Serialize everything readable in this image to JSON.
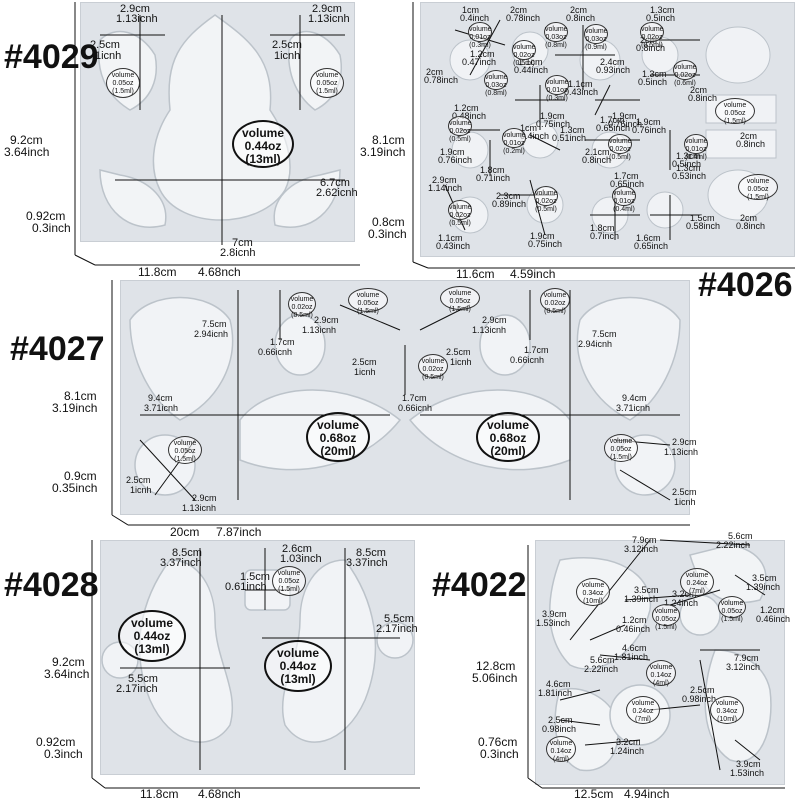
{
  "products": {
    "p4029": {
      "model": "#4029",
      "w1": "11.8cm",
      "w2": "4.68nch",
      "h1": "9.2cm",
      "h2": "3.64inch",
      "t1": "0.92cm",
      "t2": "0.3inch",
      "d_a1": "2.9cm",
      "d_a2": "1.13icnh",
      "d_b1": "2.9cm",
      "d_b2": "1.13icnh",
      "d_c1": "2.5cm",
      "d_c2": "1icnh",
      "d_d1": "2.5cm",
      "d_d2": "1icnh",
      "d_e1": "6.7cm",
      "d_e2": "2.62icnh",
      "d_f1": "7cm",
      "d_f2": "2.8icnh",
      "vol_small_l": {
        "t": "volume",
        "oz": "0.05oz",
        "ml": "(1.5ml)"
      },
      "vol_small_r": {
        "t": "volume",
        "oz": "0.05oz",
        "ml": "(1.5ml)"
      },
      "vol_large": {
        "t": "volume",
        "oz": "0.44oz",
        "ml": "(13ml)"
      }
    },
    "p4026": {
      "model": "#4026",
      "w1": "11.6cm",
      "w2": "4.59inch",
      "h1": "8.1cm",
      "h2": "3.19inch",
      "t1": "0.8cm",
      "t2": "0.3inch",
      "labels": [
        "1cm",
        "0.4inch",
        "2cm",
        "0.78inch",
        "2cm",
        "0.8inch",
        "1.3cm",
        "0.5inch",
        "2cm",
        "0.8inch",
        "1.2cm",
        "0.47inch",
        "1.1cm",
        "0.44inch",
        "2.4cm",
        "0.93inch",
        "1.3cm",
        "0.5inch",
        "2cm",
        "0.8inch",
        "2cm",
        "0.78inch",
        "1.1cm",
        "0.43inch",
        "1.2cm",
        "0.48inch",
        "1.9cm",
        "0.75inch",
        "1cm",
        "0.4inch",
        "1.3cm",
        "0.51inch",
        "1.7cm",
        "0.65inch",
        "1.9cm",
        "0.76inch",
        "2cm",
        "0.8inch",
        "1.9cm",
        "0.76inch",
        "1.8cm",
        "0.71inch",
        "2.1cm",
        "0.8inch",
        "1.3cm",
        "0.5inch",
        "1.3cm",
        "0.53inch",
        "2.9cm",
        "1.14inch",
        "2.3cm",
        "0.89inch",
        "1.7cm",
        "0.65inch",
        "1.1cm",
        "0.43inch",
        "1.9cm",
        "0.75inch",
        "1.8cm",
        "0.7inch",
        "1.6cm",
        "0.65inch",
        "1.5cm",
        "0.58inch",
        "2cm",
        "0.8inch",
        "1.9cm",
        "0.76inch"
      ],
      "vols": [
        {
          "t": "volume",
          "oz": "0.01oz",
          "ml": "(0.3ml)"
        },
        {
          "t": "volume",
          "oz": "0.03oz",
          "ml": "(0.8ml)"
        },
        {
          "t": "volume",
          "oz": "0.02oz",
          "ml": "(0.5ml)"
        },
        {
          "t": "volume",
          "oz": "0.03oz",
          "ml": "(0.9ml)"
        },
        {
          "t": "volume",
          "oz": "0.02oz",
          "ml": "(0.5ml)"
        },
        {
          "t": "volume",
          "oz": "0.02oz",
          "ml": "(0.6ml)"
        },
        {
          "t": "volume",
          "oz": "0.03oz",
          "ml": "(0.8ml)"
        },
        {
          "t": "volume",
          "oz": "0.01oz",
          "ml": "(0.3ml)"
        },
        {
          "t": "volume",
          "oz": "0.05oz",
          "ml": "(1.5ml)"
        },
        {
          "t": "volume",
          "oz": "0.02oz",
          "ml": "(0.5ml)"
        },
        {
          "t": "volume",
          "oz": "0.01oz",
          "ml": "(0.2ml)"
        },
        {
          "t": "volume",
          "oz": "0.02oz",
          "ml": "(0.5ml)"
        },
        {
          "t": "volume",
          "oz": "0.01oz",
          "ml": "(0.4ml)"
        },
        {
          "t": "volume",
          "oz": "0.02oz",
          "ml": "(0.5ml)"
        },
        {
          "t": "volume",
          "oz": "0.02oz",
          "ml": "(0.5ml)"
        },
        {
          "t": "volume",
          "oz": "0.01oz",
          "ml": "(0.4ml)"
        },
        {
          "t": "volume",
          "oz": "0.05oz",
          "ml": "(1.5ml)"
        }
      ]
    },
    "p4027": {
      "model": "#4027",
      "w1": "20cm",
      "w2": "7.87inch",
      "h1": "8.1cm",
      "h2": "3.19inch",
      "t1": "0.9cm",
      "t2": "0.35inch",
      "labels": {
        "a1": "7.5cm",
        "a2": "2.94icnh",
        "b1": "1.7cm",
        "b2": "0.66icnh",
        "c1": "2.9cm",
        "c2": "1.13icnh",
        "d1": "2.5cm",
        "d2": "1icnh",
        "e1": "2.5cm",
        "e2": "1icnh",
        "f1": "2.9cm",
        "f2": "1.13icnh",
        "g1": "1.7cm",
        "g2": "0.66icnh",
        "h1": "7.5cm",
        "h2": "2.94icnh",
        "i1": "9.4cm",
        "i2": "3.71icnh",
        "j1": "1.7cm",
        "j2": "0.66icnh",
        "k1": "9.4cm",
        "k2": "3.71icnh",
        "l1": "2.5cm",
        "l2": "1icnh",
        "m1": "2.9cm",
        "m2": "1.13icnh",
        "n1": "2.9cm",
        "n2": "1.13icnh",
        "o1": "2.5cm",
        "o2": "1icnh"
      },
      "vols": [
        {
          "t": "volume",
          "oz": "0.02oz",
          "ml": "(0.5ml)"
        },
        {
          "t": "volume",
          "oz": "0.05oz",
          "ml": "(1.5ml)"
        },
        {
          "t": "volume",
          "oz": "0.05oz",
          "ml": "(1.5ml)"
        },
        {
          "t": "volume",
          "oz": "0.02oz",
          "ml": "(0.5ml)"
        },
        {
          "t": "volume",
          "oz": "0.02oz",
          "ml": "(0.5ml)"
        },
        {
          "t": "volume",
          "oz": "0.05oz",
          "ml": "(1.5ml)"
        },
        {
          "t": "volume",
          "oz": "0.05oz",
          "ml": "(1.5ml)"
        }
      ],
      "vol_large_l": {
        "t": "volume",
        "oz": "0.68oz",
        "ml": "(20ml)"
      },
      "vol_large_r": {
        "t": "volume",
        "oz": "0.68oz",
        "ml": "(20ml)"
      }
    },
    "p4028": {
      "model": "#4028",
      "w1": "11.8cm",
      "w2": "4.68nch",
      "h1": "9.2cm",
      "h2": "3.64inch",
      "t1": "0.92cm",
      "t2": "0.3inch",
      "labels": {
        "a1": "8.5cm",
        "a2": "3.37inch",
        "b1": "2.6cm",
        "b2": "1.03inch",
        "c1": "1.5cm",
        "c2": "0.61inch",
        "d1": "8.5cm",
        "d2": "3.37inch",
        "e1": "5.5cm",
        "e2": "2.17inch",
        "f1": "5.5cm",
        "f2": "2.17inch"
      },
      "vol_small": {
        "t": "volume",
        "oz": "0.05oz",
        "ml": "(1.5ml)"
      },
      "vol_large_l": {
        "t": "volume",
        "oz": "0.44oz",
        "ml": "(13ml)"
      },
      "vol_large_r": {
        "t": "volume",
        "oz": "0.44oz",
        "ml": "(13ml)"
      }
    },
    "p4022": {
      "model": "#4022",
      "w1": "12.5cm",
      "w2": "4.94inch",
      "h1": "12.8cm",
      "h2": "5.06inch",
      "t1": "0.76cm",
      "t2": "0.3inch",
      "labels": {
        "a1": "7.9cm",
        "a2": "3.12inch",
        "b1": "5.6cm",
        "b2": "2.22inch",
        "c1": "3.5cm",
        "c2": "1.39inch",
        "d1": "3.2cm",
        "d2": "1.24inch",
        "e1": "3.5cm",
        "e2": "1.39inch",
        "f1": "1.2cm",
        "f2": "0.46inch",
        "g1": "3.9cm",
        "g2": "1.53inch",
        "h1": "1.2cm",
        "h2": "0.46inch",
        "i1": "4.6cm",
        "i2": "1.81inch",
        "j1": "5.6cm",
        "j2": "2.22inch",
        "k1": "7.9cm",
        "k2": "3.12inch",
        "l1": "2.5cm",
        "l2": "0.98inch",
        "m1": "4.6cm",
        "m2": "1.81inch",
        "n1": "2.5cm",
        "n2": "0.98inch",
        "o1": "3.2cm",
        "o2": "1.24inch",
        "p1": "3.9cm",
        "p2": "1.53inch"
      },
      "vols": [
        {
          "t": "volume",
          "oz": "0.34oz",
          "ml": "(10ml)"
        },
        {
          "t": "volume",
          "oz": "0.24oz",
          "ml": "(7ml)"
        },
        {
          "t": "volume",
          "oz": "0.05oz",
          "ml": "(1.5ml)"
        },
        {
          "t": "volume",
          "oz": "0.05oz",
          "ml": "(1.5ml)"
        },
        {
          "t": "volume",
          "oz": "0.14oz",
          "ml": "(4ml)"
        },
        {
          "t": "volume",
          "oz": "0.24oz",
          "ml": "(7ml)"
        },
        {
          "t": "volume",
          "oz": "0.34oz",
          "ml": "(10ml)"
        },
        {
          "t": "volume",
          "oz": "0.14oz",
          "ml": "(4ml)"
        }
      ]
    }
  }
}
